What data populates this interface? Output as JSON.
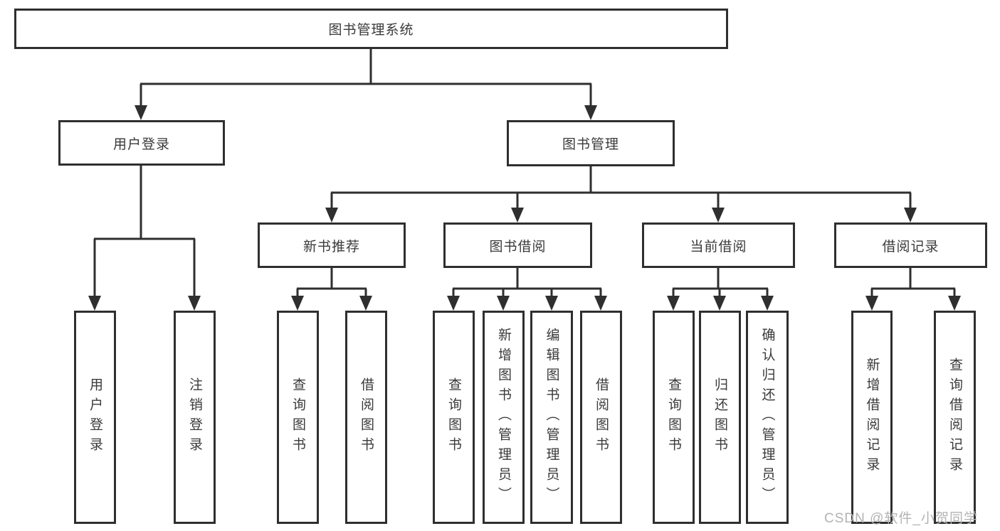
{
  "diagram": {
    "root": {
      "label": "图书管理系统"
    },
    "level2": [
      {
        "label": "用户登录"
      },
      {
        "label": "图书管理"
      }
    ],
    "level3": [
      {
        "label": "新书推荐"
      },
      {
        "label": "图书借阅"
      },
      {
        "label": "当前借阅"
      },
      {
        "label": "借阅记录"
      }
    ],
    "leaves": [
      {
        "label": "用户登录"
      },
      {
        "label": "注销登录"
      },
      {
        "label": "查询图书"
      },
      {
        "label": "借阅图书"
      },
      {
        "label": "查询图书"
      },
      {
        "label": "新增图书（管理员）"
      },
      {
        "label": "编辑图书（管理员）"
      },
      {
        "label": "借阅图书"
      },
      {
        "label": "查询图书"
      },
      {
        "label": "归还图书"
      },
      {
        "label": "确认归还（管理员）"
      },
      {
        "label": "新增借阅记录"
      },
      {
        "label": "查询借阅记录"
      }
    ]
  },
  "watermark": "CSDN @软件_小贺同学",
  "colors": {
    "line": "#2f2f2f",
    "text": "#3a3a3a",
    "watermark": "#b3b3b3",
    "background": "#ffffff"
  }
}
